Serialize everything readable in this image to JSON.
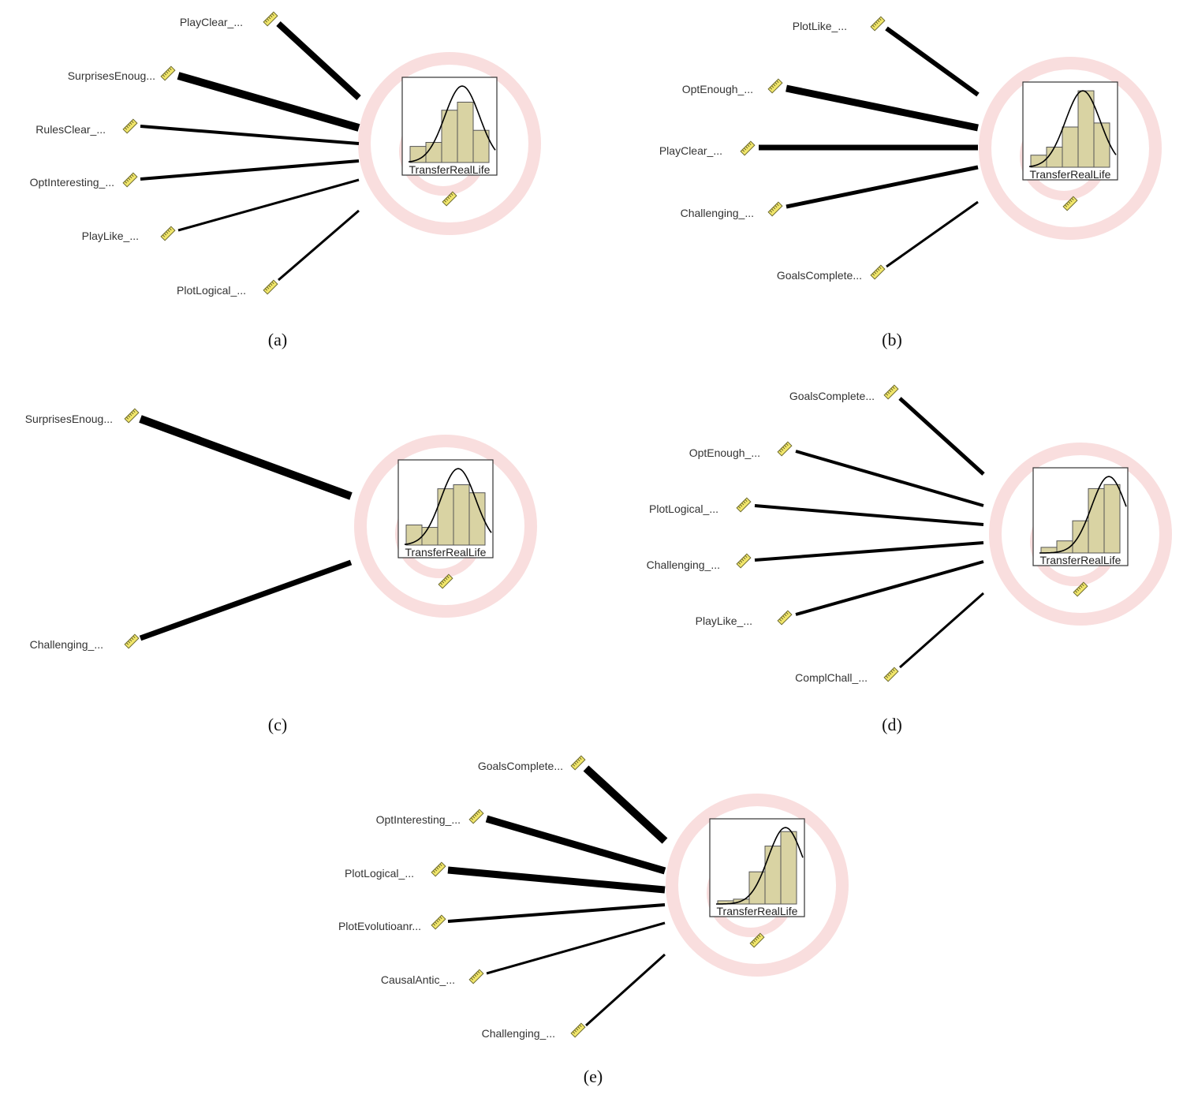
{
  "colors": {
    "edge": "#000000",
    "halo": "#f9dede",
    "bar_fill": "#d9d3a3",
    "bar_stroke": "#555555",
    "ruler_fill": "#f2e76b",
    "ruler_stroke": "#6d6a2e"
  },
  "panels": [
    {
      "caption": "(a)",
      "target": "TransferRealLife",
      "histogram": [
        0.2,
        0.25,
        0.65,
        0.75,
        0.4
      ],
      "predictors": [
        {
          "label": "PlayClear_...",
          "weight": 8
        },
        {
          "label": "SurprisesEnoug...",
          "weight": 10
        },
        {
          "label": "RulesClear_...",
          "weight": 4
        },
        {
          "label": "OptInteresting_...",
          "weight": 4
        },
        {
          "label": "PlayLike_...",
          "weight": 3
        },
        {
          "label": "PlotLogical_...",
          "weight": 3
        }
      ]
    },
    {
      "caption": "(b)",
      "target": "TransferRealLife",
      "histogram": [
        0.15,
        0.25,
        0.5,
        0.95,
        0.55
      ],
      "predictors": [
        {
          "label": "PlotLike_...",
          "weight": 6
        },
        {
          "label": "OptEnough_...",
          "weight": 9
        },
        {
          "label": "PlayClear_...",
          "weight": 7
        },
        {
          "label": "Challenging_...",
          "weight": 5
        },
        {
          "label": "GoalsComplete...",
          "weight": 3
        }
      ]
    },
    {
      "caption": "(c)",
      "target": "TransferRealLife",
      "histogram": [
        0.25,
        0.22,
        0.7,
        0.75,
        0.65
      ],
      "predictors": [
        {
          "label": "SurprisesEnoug...",
          "weight": 10
        },
        {
          "label": "Challenging_...",
          "weight": 7
        }
      ]
    },
    {
      "caption": "(d)",
      "target": "TransferRealLife",
      "histogram": [
        0.07,
        0.15,
        0.4,
        0.8,
        0.85
      ],
      "predictors": [
        {
          "label": "GoalsComplete...",
          "weight": 5
        },
        {
          "label": "OptEnough_...",
          "weight": 4
        },
        {
          "label": "PlotLogical_...",
          "weight": 4
        },
        {
          "label": "Challenging_...",
          "weight": 4
        },
        {
          "label": "PlayLike_...",
          "weight": 4
        },
        {
          "label": "ComplChall_...",
          "weight": 3
        }
      ]
    },
    {
      "caption": "(e)",
      "target": "TransferRealLife",
      "histogram": [
        0.04,
        0.06,
        0.4,
        0.72,
        0.9
      ],
      "predictors": [
        {
          "label": "GoalsComplete...",
          "weight": 10
        },
        {
          "label": "OptInteresting_...",
          "weight": 9
        },
        {
          "label": "PlotLogical_...",
          "weight": 9
        },
        {
          "label": "PlotEvolutioanr...",
          "weight": 4
        },
        {
          "label": "CausalAntic_...",
          "weight": 3
        },
        {
          "label": "Challenging_...",
          "weight": 3
        }
      ]
    }
  ]
}
